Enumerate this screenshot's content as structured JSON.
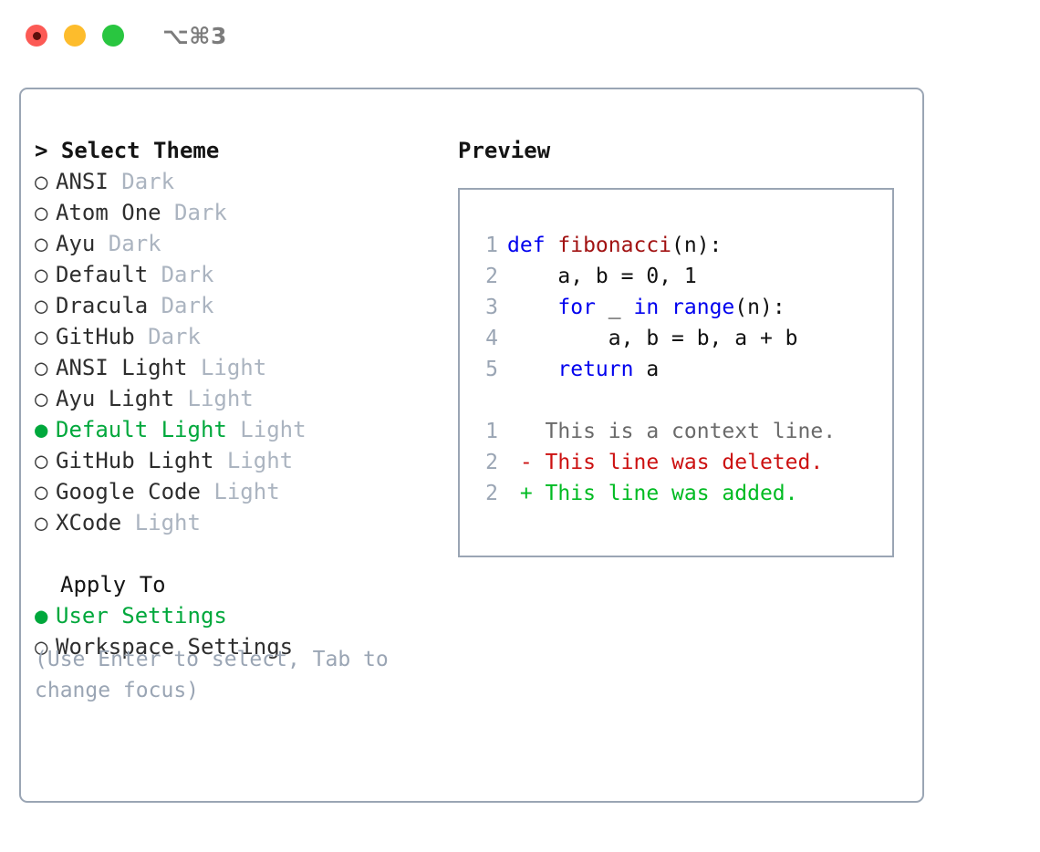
{
  "window": {
    "shortcut_title": "⌥⌘3",
    "traffic_lights": [
      "close",
      "minimize",
      "maximize"
    ]
  },
  "theme_picker": {
    "header_caret": ">",
    "header_label": "Select Theme",
    "bullet_off": "○",
    "bullet_on": "●",
    "items": [
      {
        "bullet": "○",
        "label": "ANSI",
        "tag": "Dark",
        "selected": false
      },
      {
        "bullet": "○",
        "label": "Atom One",
        "tag": "Dark",
        "selected": false
      },
      {
        "bullet": "○",
        "label": "Ayu",
        "tag": "Dark",
        "selected": false
      },
      {
        "bullet": "○",
        "label": "Default",
        "tag": "Dark",
        "selected": false
      },
      {
        "bullet": "○",
        "label": "Dracula",
        "tag": "Dark",
        "selected": false
      },
      {
        "bullet": "○",
        "label": "GitHub",
        "tag": "Dark",
        "selected": false
      },
      {
        "bullet": "○",
        "label": "ANSI Light",
        "tag": "Light",
        "selected": false
      },
      {
        "bullet": "○",
        "label": "Ayu Light",
        "tag": "Light",
        "selected": false
      },
      {
        "bullet": "●",
        "label": "Default Light",
        "tag": "Light",
        "selected": true
      },
      {
        "bullet": "○",
        "label": "GitHub Light",
        "tag": "Light",
        "selected": false
      },
      {
        "bullet": "○",
        "label": "Google Code",
        "tag": "Light",
        "selected": false
      },
      {
        "bullet": "○",
        "label": "XCode",
        "tag": "Light",
        "selected": false
      }
    ]
  },
  "apply_to": {
    "header_label": "Apply To",
    "items": [
      {
        "bullet": "●",
        "label": "User Settings",
        "selected": true
      },
      {
        "bullet": "○",
        "label": "Workspace Settings",
        "selected": false
      }
    ]
  },
  "hint": "(Use Enter to select, Tab to change focus)",
  "preview": {
    "title": "Preview",
    "code_lines": [
      {
        "no": "1",
        "tokens": [
          {
            "t": "def ",
            "c": "kw"
          },
          {
            "t": "fibonacci",
            "c": "fn"
          },
          {
            "t": "(n):",
            "c": "plain"
          }
        ]
      },
      {
        "no": "2",
        "tokens": [
          {
            "t": "    a, b = 0, 1",
            "c": "plain"
          }
        ]
      },
      {
        "no": "3",
        "tokens": [
          {
            "t": "    ",
            "c": "plain"
          },
          {
            "t": "for",
            "c": "kw"
          },
          {
            "t": " _ ",
            "c": "plain"
          },
          {
            "t": "in",
            "c": "kw"
          },
          {
            "t": " ",
            "c": "plain"
          },
          {
            "t": "range",
            "c": "kw"
          },
          {
            "t": "(n):",
            "c": "plain"
          }
        ]
      },
      {
        "no": "4",
        "tokens": [
          {
            "t": "        a, b = b, a + b",
            "c": "plain"
          }
        ]
      },
      {
        "no": "5",
        "tokens": [
          {
            "t": "    ",
            "c": "plain"
          },
          {
            "t": "return",
            "c": "kw"
          },
          {
            "t": " a",
            "c": "plain"
          }
        ]
      }
    ],
    "diff_lines": [
      {
        "no": "1",
        "marker": " ",
        "text": " This is a context line.",
        "kind": "context"
      },
      {
        "no": "2",
        "marker": "-",
        "text": " This line was deleted.",
        "kind": "deleted"
      },
      {
        "no": "2",
        "marker": "+",
        "text": " This line was added.",
        "kind": "added"
      }
    ]
  },
  "colors": {
    "accent_green": "#00a83c",
    "border": "#9aa5b4",
    "muted": "#abb4c0",
    "keyword_blue": "#0000ee",
    "function_red": "#a11212",
    "diff_deleted": "#cc1111",
    "diff_added": "#00bb22",
    "traffic_red": "#fc5a55",
    "traffic_yellow": "#fdbc2c",
    "traffic_green": "#29c640"
  }
}
